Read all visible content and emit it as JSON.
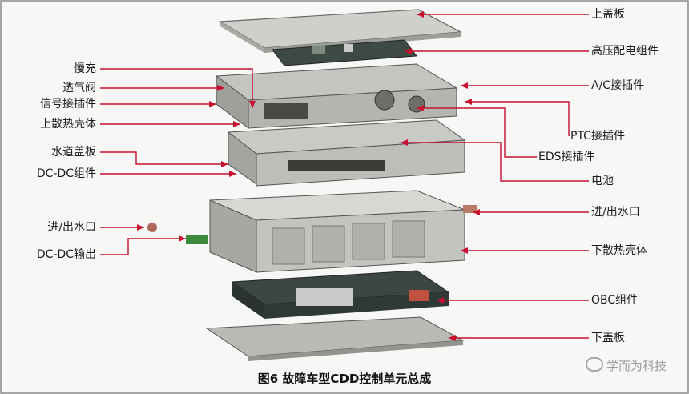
{
  "labels_left": [
    {
      "id": "slow-charge",
      "text": "慢充"
    },
    {
      "id": "vent-valve",
      "text": "透气阀"
    },
    {
      "id": "signal-connector",
      "text": "信号接插件"
    },
    {
      "id": "upper-heatsink",
      "text": "上散热壳体"
    },
    {
      "id": "water-channel-cover",
      "text": "水道盖板"
    },
    {
      "id": "dcdc-assembly",
      "text": "DC-DC组件"
    },
    {
      "id": "water-port-left",
      "text": "进/出水口"
    },
    {
      "id": "dcdc-output",
      "text": "DC-DC输出"
    }
  ],
  "labels_right": [
    {
      "id": "top-cover",
      "text": "上盖板"
    },
    {
      "id": "hv-distribution",
      "text": "高压配电组件"
    },
    {
      "id": "ac-connector",
      "text": "A/C接插件"
    },
    {
      "id": "ptc-connector",
      "text": "PTC接插件"
    },
    {
      "id": "eds-connector",
      "text": "EDS接插件"
    },
    {
      "id": "battery",
      "text": "电池"
    },
    {
      "id": "water-port-right",
      "text": "进/出水口"
    },
    {
      "id": "lower-heatsink",
      "text": "下散热壳体"
    },
    {
      "id": "obc-assembly",
      "text": "OBC组件"
    },
    {
      "id": "bottom-cover",
      "text": "下盖板"
    }
  ],
  "caption": "图6 故障车型CDD控制单元总成",
  "watermark": "学而为科技",
  "colors": {
    "leader": "#c8102e",
    "metal": "#b9b9b6",
    "dark": "#2f3a36",
    "frame": "#8a8a8a"
  }
}
